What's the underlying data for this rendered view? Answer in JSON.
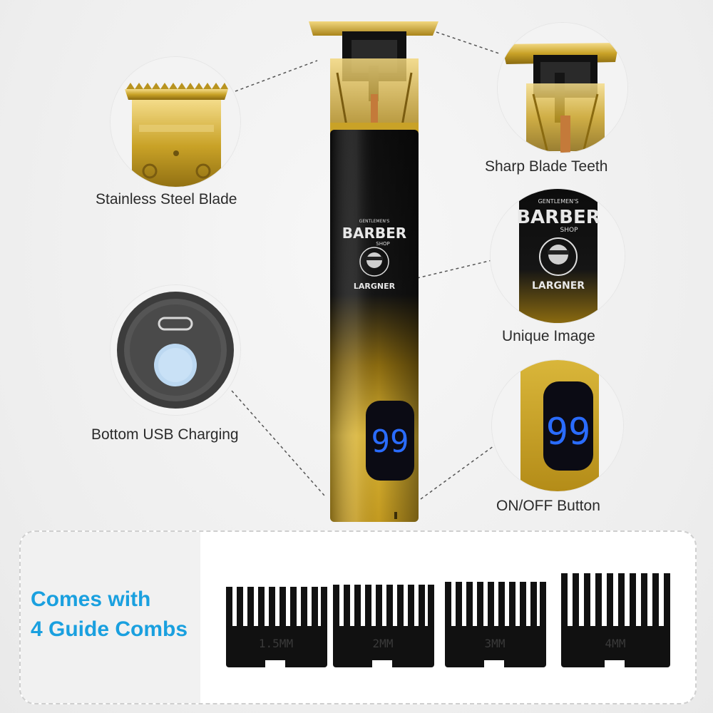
{
  "features": [
    {
      "id": "blade",
      "label": "Stainless Steel Blade"
    },
    {
      "id": "teeth",
      "label": "Sharp Blade Teeth"
    },
    {
      "id": "image",
      "label": "Unique Image"
    },
    {
      "id": "usb",
      "label": "Bottom USB Charging"
    },
    {
      "id": "button",
      "label": "ON/OFF Button"
    }
  ],
  "logo": {
    "top": "GENTLEMEN'S",
    "main": "BARBER",
    "sub": "SHOP",
    "brand": "LARGNER"
  },
  "display": {
    "value": "99",
    "color": "#2a6cff"
  },
  "colors": {
    "gold": "#c9a227",
    "black": "#111111",
    "accent_text": "#1aa0df"
  },
  "combs_panel": {
    "line1": "Comes with",
    "line2": "4 Guide Combs"
  },
  "combs": [
    "1.5MM",
    "2MM",
    "3MM",
    "4MM"
  ]
}
